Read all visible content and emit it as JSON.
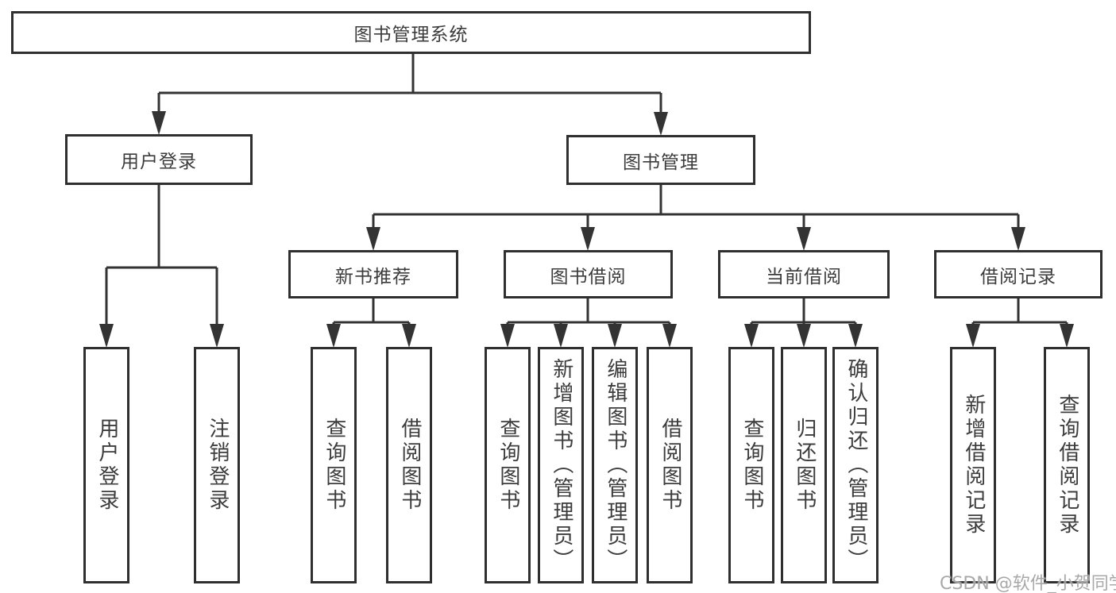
{
  "title_box": {
    "label": "图书管理系统"
  },
  "branches": {
    "user_login": {
      "label": "用户登录",
      "children": [
        {
          "label": "用户登录"
        },
        {
          "label": "注销登录"
        }
      ]
    },
    "book_management": {
      "label": "图书管理",
      "children": [
        {
          "label": "新书推荐",
          "children": [
            {
              "label": "查询图书"
            },
            {
              "label": "借阅图书"
            }
          ]
        },
        {
          "label": "图书借阅",
          "children": [
            {
              "label": "查询图书"
            },
            {
              "label": "新增图书（管理员）"
            },
            {
              "label": "编辑图书（管理员）"
            },
            {
              "label": "借阅图书"
            }
          ]
        },
        {
          "label": "当前借阅",
          "children": [
            {
              "label": "查询图书"
            },
            {
              "label": "归还图书"
            },
            {
              "label": "确认归还（管理员）"
            }
          ]
        },
        {
          "label": "借阅记录",
          "children": [
            {
              "label": "新增借阅记录"
            },
            {
              "label": "查询借阅记录"
            }
          ]
        }
      ]
    }
  },
  "watermark": {
    "text": "CSDN @软件_小贺同学"
  },
  "colors": {
    "line": "#333333",
    "box_border": "#2f2f2f",
    "text": "#3c3c3c",
    "watermark": "#9e9e9e",
    "background": "#ffffff"
  }
}
